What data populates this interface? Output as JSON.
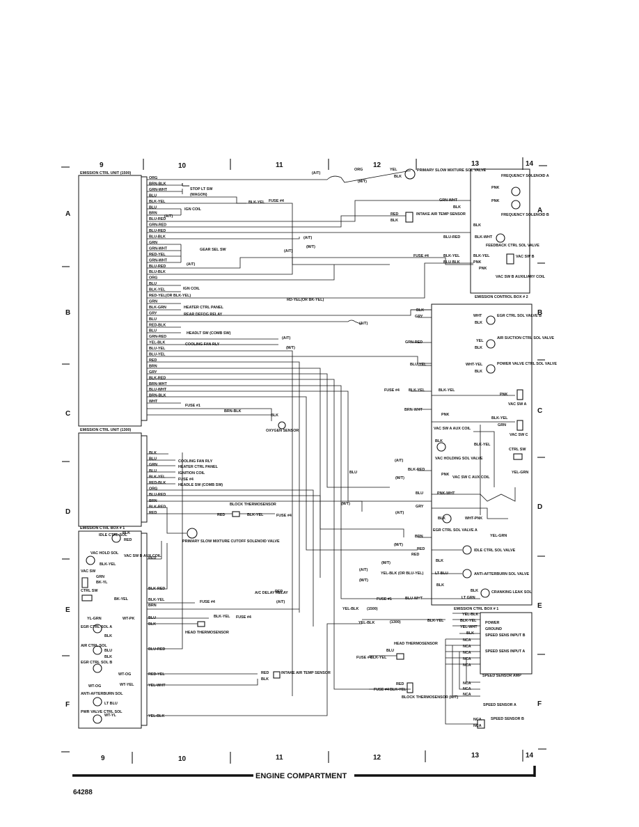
{
  "top_columns": [
    "9",
    "10",
    "11",
    "12",
    "13",
    "14"
  ],
  "bottom_columns": [
    "9",
    "10",
    "11",
    "12",
    "13",
    "14"
  ],
  "row_labels": [
    "A",
    "B",
    "C",
    "D",
    "E",
    "F"
  ],
  "footer": {
    "title": "ENGINE COMPARTMENT",
    "figure_number": "64288"
  },
  "ecu1500": {
    "title": "EMISSION CTRL UNIT (1500)",
    "pins": [
      "ORG",
      "BRN-BLK",
      "GRN-WHT",
      "BLU",
      "BLK-YEL",
      "BLU",
      "BRN",
      "BLU-RED",
      "GRN-RED",
      "BLU-RED",
      "BLU-BLK",
      "GRN",
      "GRN-WHT",
      "RED-YEL",
      "GRN-WHT",
      "BLU-RED",
      "BLU-BLK",
      "ORG",
      "BLU",
      "BLK-YEL",
      "RED-YEL(OR BLK-YEL)",
      "GRN",
      "BLK-GRN",
      "GRY",
      "BLU",
      "RED-BLK",
      "BLU",
      "GRN-RED",
      "YEL-BLK",
      "BLU-YEL",
      "BLU-YEL",
      "RED",
      "BRN",
      "GRY",
      "BLK-RED",
      "BRN-WHT",
      "BLU-WHT",
      "BRN-BLK",
      "WHT"
    ]
  },
  "ecu1300": {
    "title": "EMISSION CTRL UNIT (1300)",
    "pins": [
      "BLK",
      "BLU",
      "GRN",
      "BLU",
      "BLK-YEL",
      "RED-BLK",
      "ORG",
      "BLU-RED",
      "BRN",
      "BLK-RED",
      "RED"
    ]
  },
  "left_devices": {
    "stop_lt": "STOP LT SW",
    "wagon": "(WAGON)",
    "ign_coil": "IGN COIL",
    "gear_sel": "GEAR SEL SW",
    "ign_coil2": "IGN COIL",
    "at": "(A/T)",
    "mt": "(M/T)",
    "heater": "HEATER CTRL PANEL",
    "defog": "REAR DEFOG RELAY",
    "headlt": "HEADLT SW (COMB SW)",
    "fan": "COOLING FAN RLY",
    "fuse1": "FUSE #1",
    "fuse4": "FUSE #4",
    "oxygen": "OXYGEN SENSOR",
    "rdyel": "RD-YEL(OR BK-YEL)",
    "fan2": "COOLING FAN RLY",
    "heater2": "HEATER CTRL PANEL",
    "ign2": "IGNITION COIL",
    "fuse4b": "FUSE #4",
    "headle2": "HEADLE SW (COMB SW)",
    "block_thermo": "BLOCK THERMOSENSOR",
    "primary_cut": "PRIMARY SLOW MIXTURE CUTOFF SOLENOID VALVE",
    "red": "RED",
    "blkyel": "BLK-YEL",
    "brnblk": "BRN-BLK",
    "blk": "BLK"
  },
  "ecb1": {
    "title": "EMISSION CTRL BOX # 1",
    "items": [
      "IDLE CTRL SOL",
      "VAC HOLD SOL",
      "VAC SW B AUX COIL",
      "VAC SW",
      "CTRL SW",
      "EGR CTRL SOL A",
      "AIR CTRL SOL",
      "EGR CTRL SOL B",
      "ANTI-AFTERBURN SOL",
      "PWR VALVE CTRL SOL"
    ],
    "wires": [
      "BLK",
      "RED",
      "BLK-YEL",
      "GRN",
      "BK-YL",
      "BK-YEL",
      "YL-GRN",
      "WT-PK",
      "BLK",
      "BLU",
      "BLK",
      "WT-OG",
      "WT-YEL",
      "LT BLU",
      "WT-YL",
      "WT-OG",
      "BLK-RED",
      "BLK-YEL",
      "BRN",
      "BLU",
      "BLK",
      "BLU-RED",
      "RED-YEL",
      "YEL-WHT",
      "YEL-BLK",
      "RED"
    ],
    "head_thermo": "HEAD THERMOSENSOR",
    "intake_temp": "INTAKE AIR TEMP SENSOR",
    "fuse4": "FUSE #4",
    "ac_relay": "A/C DELAY RELAY",
    "yel": "YEL"
  },
  "top_right": {
    "primary_slow": "PRIMARY SLOW MIXTURE SOL VALVE",
    "org": "ORG",
    "yel": "YEL",
    "blk": "BLK",
    "intake": "INTAKE AIR TEMP SENSOR",
    "red": "RED",
    "freq_a": "FREQUENCY SOLENOID A",
    "freq_b": "FREQUENCY SOLENOID B",
    "feedback": "FEEDBACK CTRL SOL VALVE",
    "vac_sw_b": "VAC SW B",
    "vac_sw_b_aux": "VAC SW B AUXILIARY COIL",
    "ecb2": "EMISSION CONTROL BOX # 2",
    "pnk": "PNK",
    "blk_wht": "BLK-WHT",
    "grn_wht": "GRN-WHT",
    "blu_red": "BLU-RED",
    "blk_yel": "BLK-YEL",
    "blu_blk": "BLU BLK",
    "fuse4": "FUSE #4"
  },
  "right_mid": {
    "egr_b": "EGR CTRL SOL VALVE B",
    "air_suction": "AIR SUCTION CTRL SOL VALVE",
    "power_valve": "POWER VALVE CTRL SOL VALVE",
    "vac_sw_a": "VAC SW A",
    "vac_sw_a_aux": "VAC SW A AUX COIL",
    "vac_sw_c": "VAC SW C",
    "vac_hold": "VAC HOLDING SOL VALVE",
    "vac_sw_c_aux": "VAC SW C AUX COIL",
    "ctrl_sw": "CTRL SW",
    "egr_a": "EGR CTRL SOL VALVE A",
    "idle": "IDLE CTRL SOL VALVE",
    "anti": "ANTI-AFTERBURN SOL VALVE",
    "cranking": "CRANKING LEAK SOL",
    "fuse1": "FUSE #1",
    "fuse4": "FUSE #4",
    "wires": [
      "BLK",
      "GRY",
      "WHT",
      "BLK",
      "GRN-RED",
      "YEL",
      "BLK",
      "BLU-YEL",
      "WHT-YEL",
      "BLK",
      "BLK-YEL",
      "BLK-YEL",
      "PNK",
      "BRN-WHT",
      "PNK",
      "BLK-YEL",
      "GRN",
      "BLK-RED",
      "PNK",
      "BLU",
      "PNK-WHT",
      "GRY",
      "BLK",
      "WHT-PNK",
      "BRN",
      "YEL-GRN",
      "RED",
      "BLK",
      "RED",
      "BLK",
      "YEL-BLK (OR BLU-YEL)",
      "LT BLU",
      "BLK",
      "BLU-WHT",
      "LT GRN",
      "BLK",
      "BLU",
      "BLK-YEL",
      "YEL-GRN"
    ]
  },
  "right_bottom": {
    "ecb1": "EMISSION CTRL BOX # 1",
    "power": "POWER",
    "ground": "GROUND",
    "ssb": "SPEED SENS INPUT B",
    "ssa": "SPEED SENS INPUT A",
    "amp": "SPEED SENSOR AMP",
    "sensor_a": "SPEED SENSOR A",
    "sensor_b": "SPEED SENSOR B",
    "nca": "NCA",
    "head_thermo": "HEAD THERMOSENSOR",
    "block_thermo": "BLOCK THERMOSENSOR (M/T)",
    "fuse4": "FUSE #4",
    "wires": [
      "YEL-BLK",
      "BLK-YEL",
      "YEL-WHT",
      "BLK",
      "BLU",
      "BLK-YEL",
      "RED",
      "BLK-YEL",
      "YEL-BLK",
      "YEL-BLK"
    ],
    "n1500": "(1500)",
    "n1300": "(1300)"
  }
}
